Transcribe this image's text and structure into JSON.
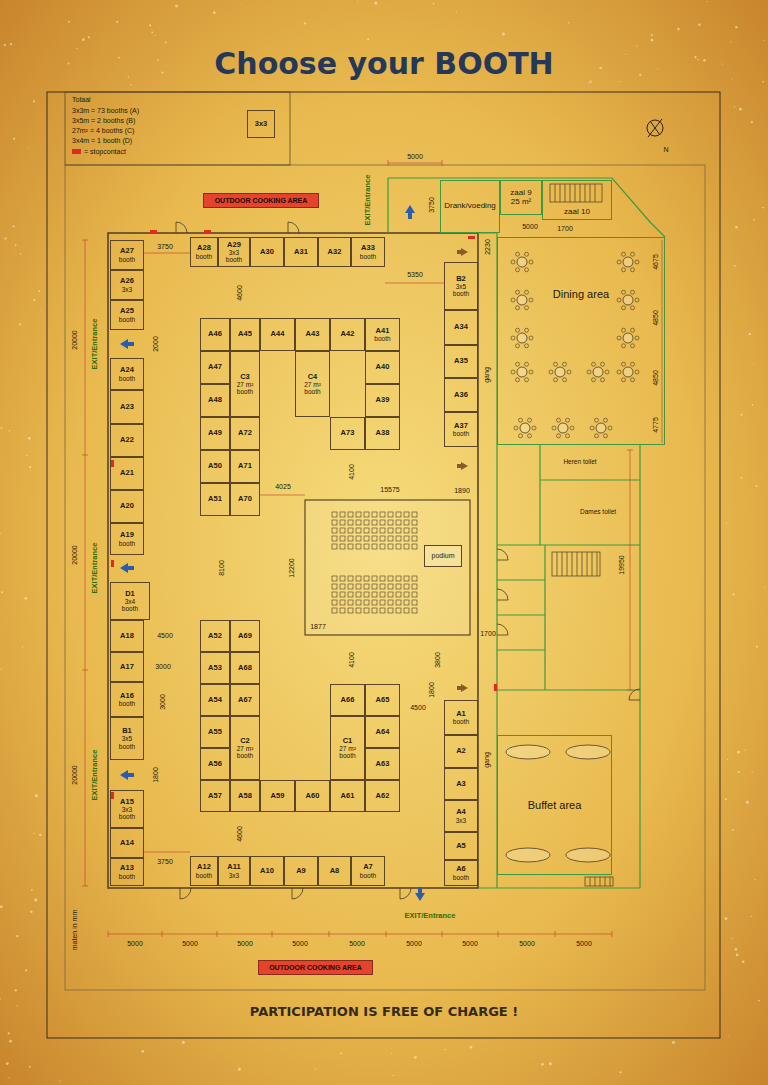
{
  "diagram": {
    "title": "Choose your BOOTH",
    "caption": "PARTICIPATION IS FREE OF CHARGE !",
    "nodes": [
      {
        "text": [
          "3x3"
        ]
      },
      {
        "text": [
          "OUTDOOR COOKING AREA"
        ]
      },
      {
        "text": [
          "Drank/voeding"
        ]
      },
      {
        "text": [
          "zaal 9",
          "25 m²"
        ]
      },
      {
        "text": [
          "zaal 10"
        ]
      },
      {
        "text": [
          "A28",
          "booth"
        ]
      },
      {
        "text": [
          "A29",
          "3x3",
          "booth"
        ]
      },
      {
        "text": [
          "A30"
        ]
      },
      {
        "text": [
          "A31"
        ]
      },
      {
        "text": [
          "A32"
        ]
      },
      {
        "text": [
          "A33",
          "booth"
        ]
      },
      {
        "text": [
          "A27",
          "booth"
        ]
      },
      {
        "text": [
          "A26",
          "3x3"
        ]
      },
      {
        "text": [
          "A25",
          "booth"
        ]
      },
      {
        "text": [
          "A24",
          "booth"
        ]
      },
      {
        "text": [
          "A23"
        ]
      },
      {
        "text": [
          "A22"
        ]
      },
      {
        "text": [
          "A21"
        ]
      },
      {
        "text": [
          "A20"
        ]
      },
      {
        "text": [
          "A19",
          "booth"
        ]
      },
      {
        "text": [
          "D1",
          "3x4",
          "booth"
        ]
      },
      {
        "text": [
          "A18"
        ]
      },
      {
        "text": [
          "A17"
        ]
      },
      {
        "text": [
          "A16",
          "booth"
        ]
      },
      {
        "text": [
          "B1",
          "3x5",
          "booth"
        ]
      },
      {
        "text": [
          "A15",
          "3x3",
          "booth"
        ]
      },
      {
        "text": [
          "A14"
        ]
      },
      {
        "text": [
          "A13",
          "booth"
        ]
      },
      {
        "text": [
          "A46"
        ]
      },
      {
        "text": [
          "A45"
        ]
      },
      {
        "text": [
          "A44"
        ]
      },
      {
        "text": [
          "A43"
        ]
      },
      {
        "text": [
          "A42"
        ]
      },
      {
        "text": [
          "A41",
          "booth"
        ]
      },
      {
        "text": [
          "A47"
        ]
      },
      {
        "text": [
          "C3",
          "27 m²",
          "booth"
        ]
      },
      {
        "text": [
          "C4",
          "27 m²",
          "booth"
        ]
      },
      {
        "text": [
          "A40"
        ]
      },
      {
        "text": [
          "A48"
        ]
      },
      {
        "text": [
          "A39"
        ]
      },
      {
        "text": [
          "A49"
        ]
      },
      {
        "text": [
          "A72"
        ]
      },
      {
        "text": [
          "A73"
        ]
      },
      {
        "text": [
          "A38"
        ]
      },
      {
        "text": [
          "A50"
        ]
      },
      {
        "text": [
          "A71"
        ]
      },
      {
        "text": [
          "A51"
        ]
      },
      {
        "text": [
          "A70"
        ]
      },
      {
        "text": [
          "B2",
          "3x5",
          "booth"
        ]
      },
      {
        "text": [
          "A34"
        ]
      },
      {
        "text": [
          "A35"
        ]
      },
      {
        "text": [
          "A36"
        ]
      },
      {
        "text": [
          "A37",
          "booth"
        ]
      },
      {
        "text": [
          "podium"
        ]
      },
      {
        "text": [
          "A52"
        ]
      },
      {
        "text": [
          "A69"
        ]
      },
      {
        "text": [
          "A53"
        ]
      },
      {
        "text": [
          "A68"
        ]
      },
      {
        "text": [
          "A54"
        ]
      },
      {
        "text": [
          "A67"
        ]
      },
      {
        "text": [
          "A66"
        ]
      },
      {
        "text": [
          "A65"
        ]
      },
      {
        "text": [
          "A55"
        ]
      },
      {
        "text": [
          "C2",
          "27 m²",
          "booth"
        ]
      },
      {
        "text": [
          "C1",
          "27 m²",
          "booth"
        ]
      },
      {
        "text": [
          "A64"
        ]
      },
      {
        "text": [
          "A56"
        ]
      },
      {
        "text": [
          "A63"
        ]
      },
      {
        "text": [
          "A57"
        ]
      },
      {
        "text": [
          "A58"
        ]
      },
      {
        "text": [
          "A59"
        ]
      },
      {
        "text": [
          "A60"
        ]
      },
      {
        "text": [
          "A61"
        ]
      },
      {
        "text": [
          "A62"
        ]
      },
      {
        "text": [
          "A1",
          "booth"
        ]
      },
      {
        "text": [
          "A2"
        ]
      },
      {
        "text": [
          "A3"
        ]
      },
      {
        "text": [
          "A4",
          "3x3"
        ]
      },
      {
        "text": [
          "A5"
        ]
      },
      {
        "text": [
          "A6",
          "booth"
        ]
      },
      {
        "text": [
          "A12",
          "booth"
        ]
      },
      {
        "text": [
          "A11",
          "3x3"
        ]
      },
      {
        "text": [
          "A10"
        ]
      },
      {
        "text": [
          "A9"
        ]
      },
      {
        "text": [
          "A8"
        ]
      },
      {
        "text": [
          "A7",
          "booth"
        ]
      },
      {
        "text": [
          "Dining area"
        ]
      },
      {
        "text": [
          "Buffet area"
        ]
      },
      {
        "text": [
          "OUTDOOR COOKING AREA"
        ]
      }
    ],
    "labels": [
      "Totaal",
      "3x3m = 73 booths (A)",
      "3x5m = 2 booths (B)",
      "27m² = 4 booths (C)",
      "3x4m = 1 booth (D)",
      "5000",
      "3750",
      "EXIT/Entrance",
      "2230",
      "5000",
      "1700",
      "3750",
      "4600",
      "5350",
      "2000",
      "20000",
      "EXIT/Entrance",
      "4025",
      "15575",
      "4100",
      "1890",
      "8100",
      "12200",
      "1877",
      "20000",
      "EXIT/Entrance",
      "4500",
      "4100",
      "3800",
      "1700",
      "1800",
      "4500",
      "3000",
      "3000",
      "EXIT/Entrance",
      "20000",
      "1800",
      "3750",
      "4600",
      "EXIT/Entrance",
      "5000",
      "5000",
      "5000",
      "5000",
      "5000",
      "5000",
      "5000",
      "5000",
      "5000",
      "maten in mm",
      "19950",
      "4675",
      "4850",
      "4850",
      "4775",
      "gang",
      "gang",
      "Heren toilet",
      "Dames toilet",
      "N"
    ],
    "legend": [
      {
        "text": "= stopcontact",
        "color": "#e02b20"
      }
    ]
  }
}
